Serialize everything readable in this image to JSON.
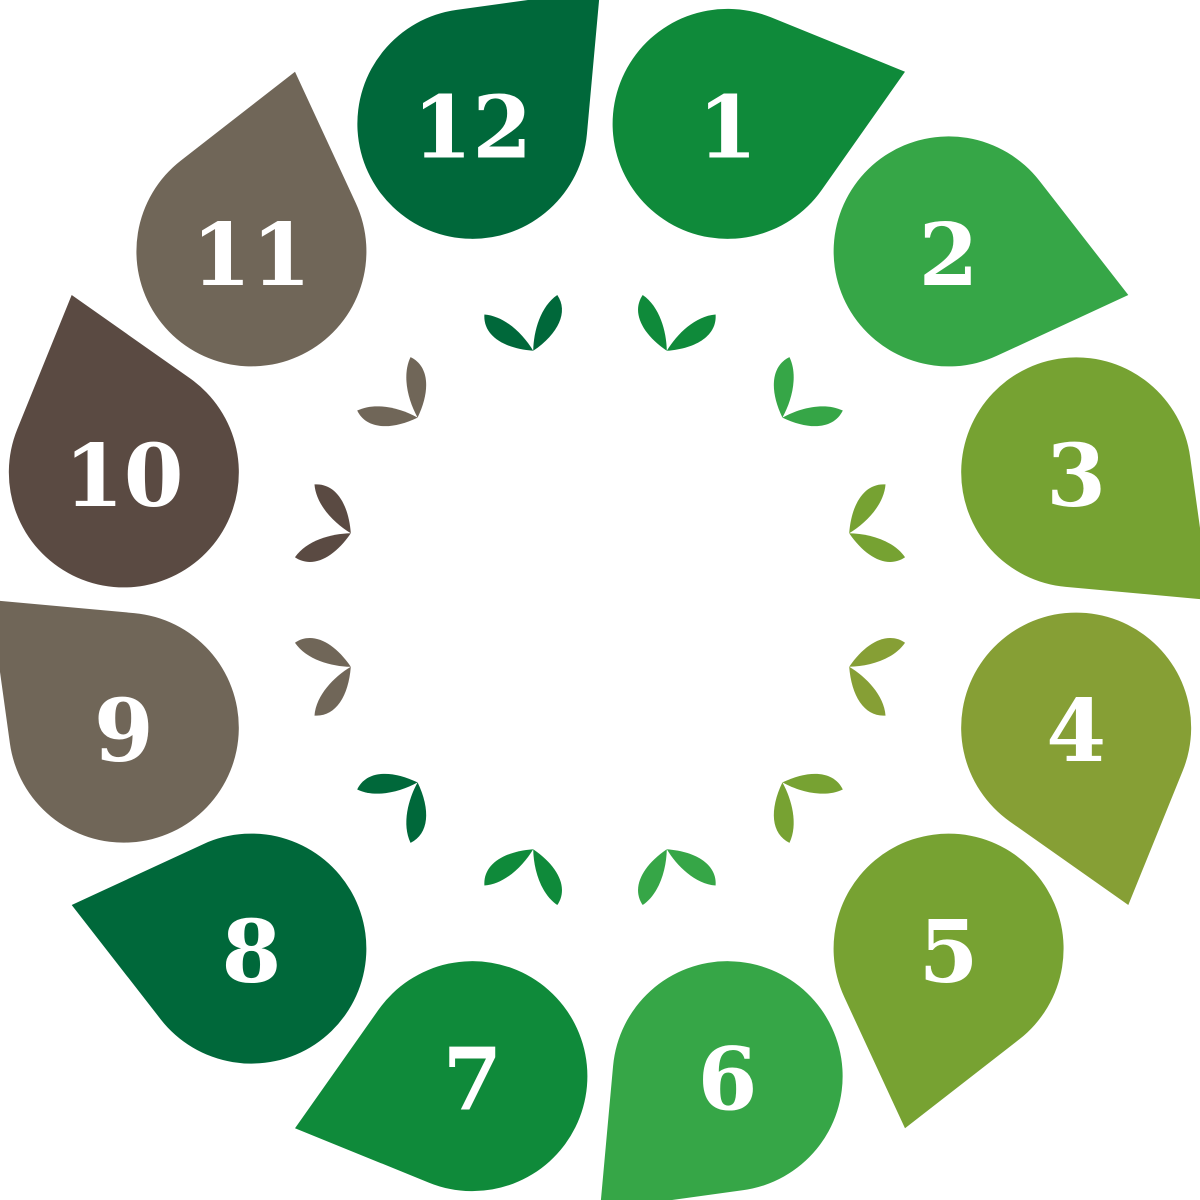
{
  "diagram": {
    "petals": [
      {
        "label": "1",
        "color": "#0f8a3a"
      },
      {
        "label": "2",
        "color": "#36a647"
      },
      {
        "label": "3",
        "color": "#76a232"
      },
      {
        "label": "4",
        "color": "#869f35"
      },
      {
        "label": "5",
        "color": "#77a232"
      },
      {
        "label": "6",
        "color": "#36a647"
      },
      {
        "label": "7",
        "color": "#0f8a3a"
      },
      {
        "label": "8",
        "color": "#00683a"
      },
      {
        "label": "9",
        "color": "#706658"
      },
      {
        "label": "10",
        "color": "#5a4a42"
      },
      {
        "label": "11",
        "color": "#706658"
      },
      {
        "label": "12",
        "color": "#00683a"
      }
    ]
  }
}
